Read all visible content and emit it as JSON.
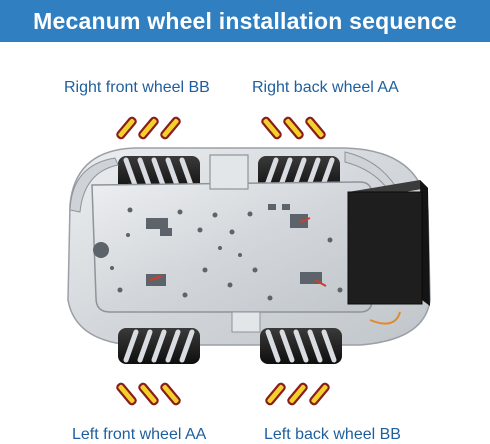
{
  "header": {
    "title": "Mecanum wheel installation sequence"
  },
  "wheels": {
    "right_front": {
      "label": "Right front wheel BB",
      "pattern": "BB"
    },
    "right_back": {
      "label": "Right back wheel AA",
      "pattern": "AA"
    },
    "left_front": {
      "label": "Left front wheel AA",
      "pattern": "AA"
    },
    "left_back": {
      "label": "Left back wheel BB",
      "pattern": "BB"
    }
  },
  "colors": {
    "header_bg": "#2f7fc1",
    "label_text": "#1f5f9e",
    "roller_fill": "#f2d12b",
    "roller_outline": "#8a1c1c",
    "battery_box": "#1e1e1e",
    "chassis": "#d6d9dc"
  }
}
